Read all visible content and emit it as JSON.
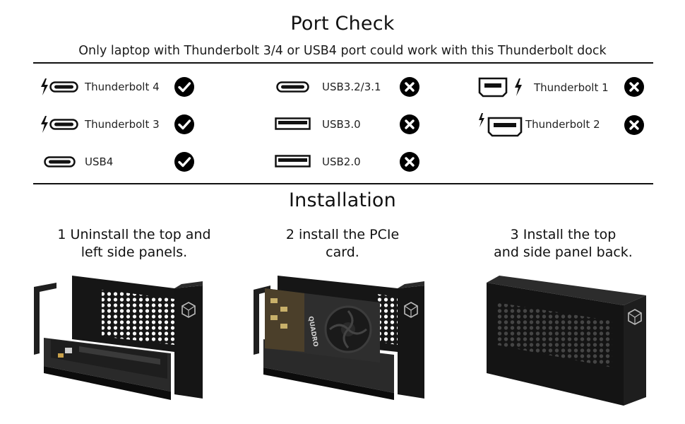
{
  "port_check": {
    "title": "Port Check",
    "subtitle": "Only laptop with Thunderbolt 3/4 or USB4 port could work with this Thunderbolt dock",
    "ports": [
      {
        "label": "Thunderbolt 4",
        "supported": true
      },
      {
        "label": "Thunderbolt 3",
        "supported": true
      },
      {
        "label": "USB4",
        "supported": true
      },
      {
        "label": "USB3.2/3.1",
        "supported": false
      },
      {
        "label": "USB3.0",
        "supported": false
      },
      {
        "label": "USB2.0",
        "supported": false
      },
      {
        "label": "Thunderbolt 1",
        "supported": false
      },
      {
        "label": "Thunderbolt 2",
        "supported": false
      }
    ]
  },
  "installation": {
    "title": "Installation",
    "steps": [
      {
        "line1": "1 Uninstall the top and",
        "line2": "left side panels."
      },
      {
        "line1": "2 install the PCIe",
        "line2": "card."
      },
      {
        "line1": "3 Install the top",
        "line2": "and side panel back."
      }
    ],
    "card_text": "QUADRO"
  },
  "colors": {
    "text": "#111111",
    "enclosure": "#1c1c1c",
    "pcb": "#1e1e1e",
    "check_bg": "#000000"
  }
}
